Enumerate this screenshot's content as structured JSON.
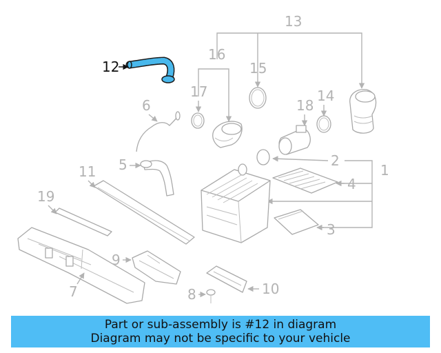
{
  "callouts": {
    "c1": "1",
    "c2": "2",
    "c3": "3",
    "c4": "4",
    "c5": "5",
    "c6": "6",
    "c7": "7",
    "c8": "8",
    "c9": "9",
    "c10": "10",
    "c11": "11",
    "c12": "12",
    "c13": "13",
    "c14": "14",
    "c15": "15",
    "c16": "16",
    "c17": "17",
    "c18": "18",
    "c19": "19"
  },
  "highlighted_part": "12",
  "banner": {
    "line1": "Part or sub-assembly is #12 in diagram",
    "line2": "Diagram may not be specific to your vehicle"
  },
  "colors": {
    "banner_bg": "#4fbdf5",
    "highlight_part": "#49b8ec",
    "inactive_lines": "#b3b3b3"
  }
}
